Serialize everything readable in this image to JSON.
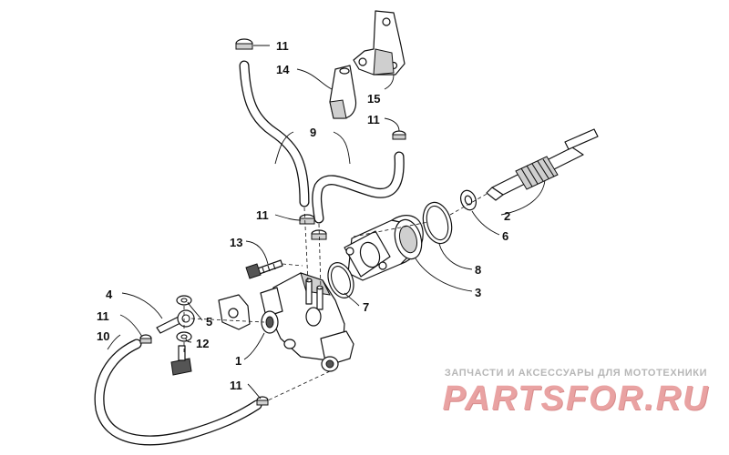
{
  "callouts": {
    "n1": "1",
    "n2": "2",
    "n3": "3",
    "n4": "4",
    "n5": "5",
    "n6": "6",
    "n7": "7",
    "n8": "8",
    "n9": "9",
    "n10": "10",
    "n11": "11",
    "n12": "12",
    "n13": "13",
    "n14": "14",
    "n15": "15"
  },
  "watermark": {
    "caption": "ЗАПЧАСТИ И АКСЕССУАРЫ ДЛЯ МОТОТЕХНИКИ",
    "brand": "PARTSFOR.RU"
  }
}
